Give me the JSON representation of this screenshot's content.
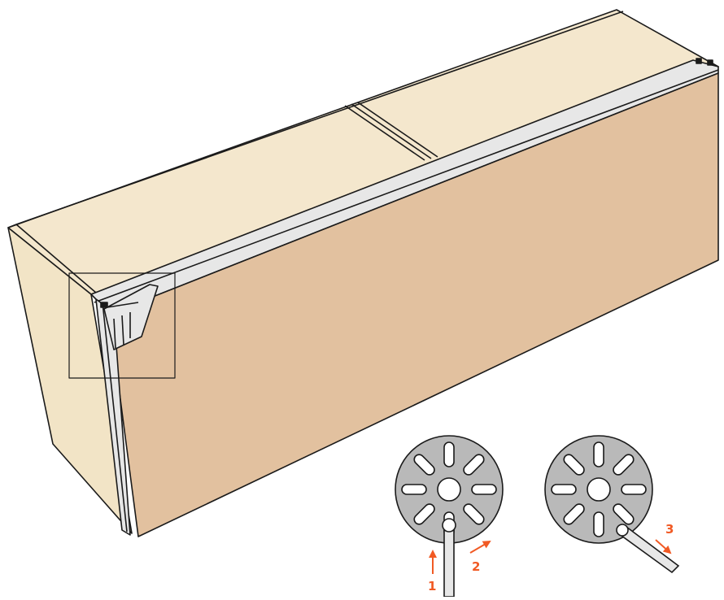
{
  "diagram": {
    "subject": "cabinet-door-with-cam-lock",
    "steps": [
      {
        "label": "1"
      },
      {
        "label": "2"
      },
      {
        "label": "3"
      }
    ]
  },
  "colors": {
    "cabinet_top": "#f4e7cd",
    "cabinet_side": "#f2e4c6",
    "door_front": "#e2c19f",
    "rail": "#e7e7e7",
    "cam_disc": "#b9b9b9",
    "outline": "#1a1a1a",
    "accent": "#f15a24"
  }
}
